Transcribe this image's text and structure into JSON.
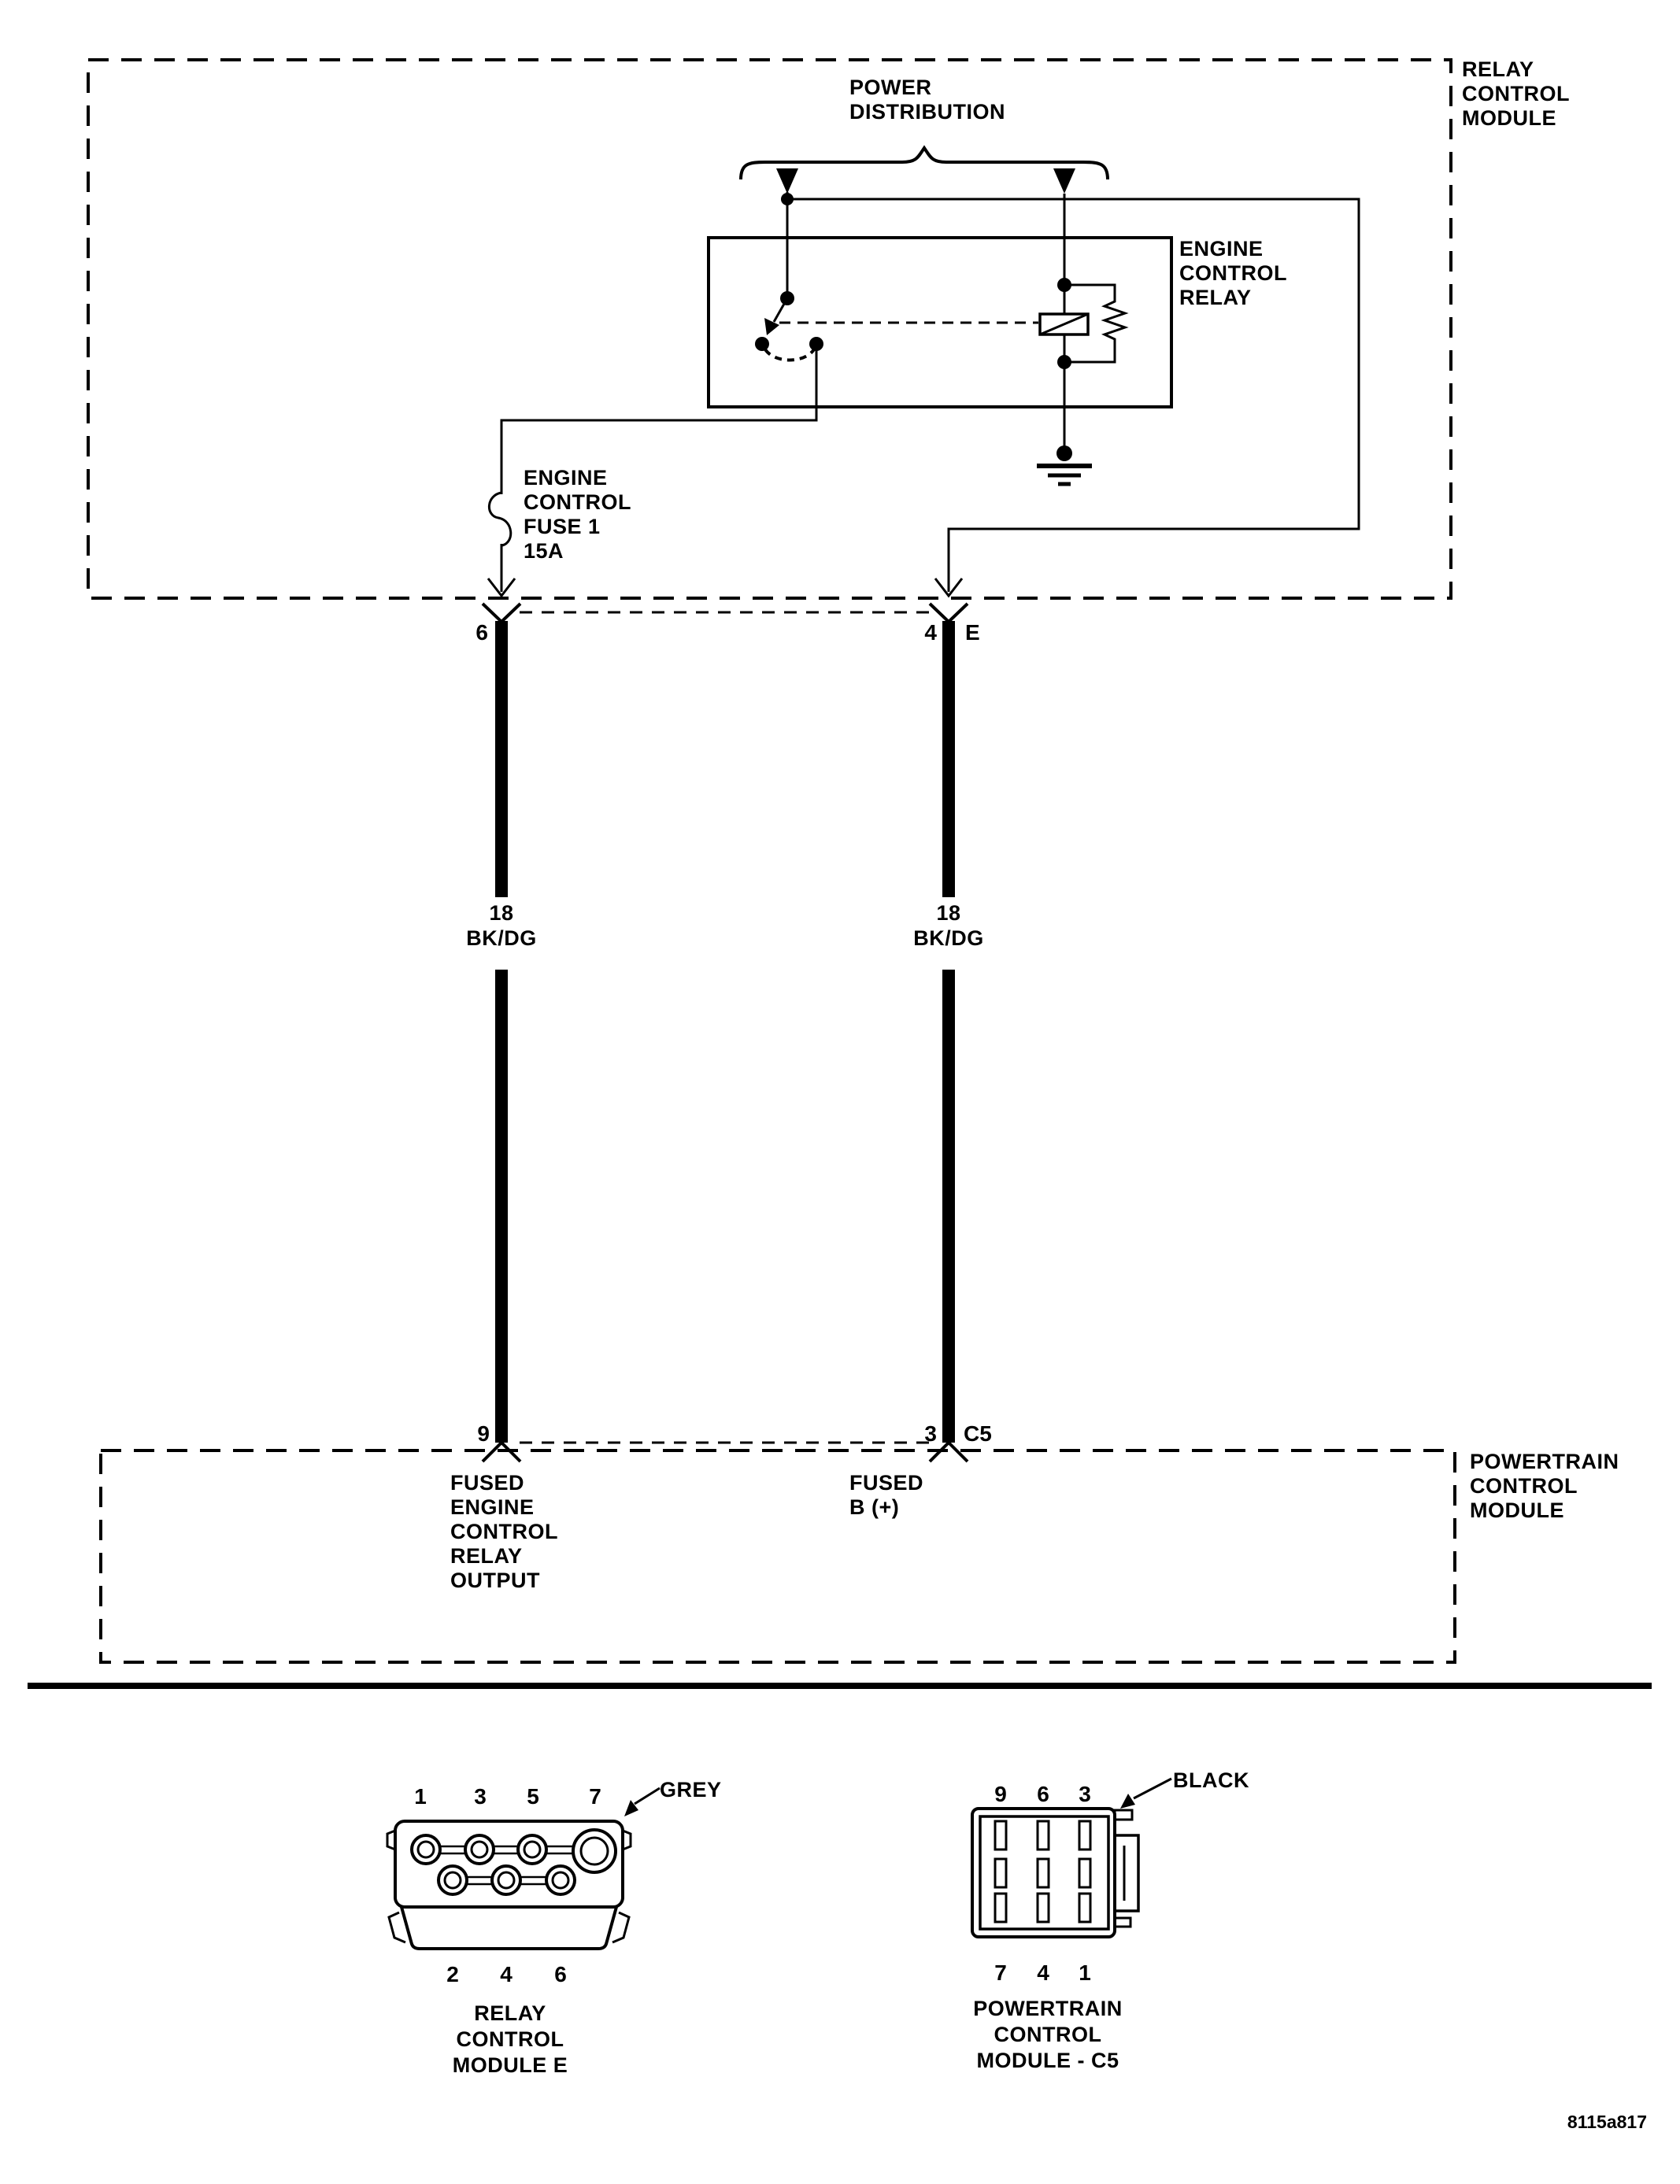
{
  "page": {
    "background": "#ffffff",
    "ink": "#000000"
  },
  "power_distribution": {
    "label_lines": [
      "POWER",
      "DISTRIBUTION"
    ]
  },
  "modules": {
    "relay_control_module": {
      "name_lines": [
        "RELAY",
        "CONTROL",
        "MODULE"
      ]
    },
    "powertrain_control_module": {
      "name_lines": [
        "POWERTRAIN",
        "CONTROL",
        "MODULE"
      ]
    }
  },
  "engine_control_relay": {
    "label_lines": [
      "ENGINE",
      "CONTROL",
      "RELAY"
    ]
  },
  "fuse": {
    "label_lines": [
      "ENGINE",
      "CONTROL",
      "FUSE 1",
      "15A"
    ]
  },
  "wires": {
    "left": {
      "pin_top": "6",
      "gauge": "18",
      "color_code": "BK/DG",
      "pin_bottom": "9",
      "function_lines": [
        "FUSED",
        "ENGINE",
        "CONTROL",
        "RELAY",
        "OUTPUT"
      ]
    },
    "right": {
      "pin_top": "4",
      "connector_top": "E",
      "gauge": "18",
      "color_code": "BK/DG",
      "pin_bottom": "3",
      "connector_bottom": "C5",
      "function_lines": [
        "FUSED",
        "B (+)"
      ]
    }
  },
  "connectors": {
    "grey": {
      "color_label": "GREY",
      "top_pins": [
        "1",
        "3",
        "5",
        "7"
      ],
      "bottom_pins": [
        "2",
        "4",
        "6"
      ],
      "caption_lines": [
        "RELAY",
        "CONTROL",
        "MODULE E"
      ]
    },
    "black": {
      "color_label": "BLACK",
      "top_pins": [
        "9",
        "6",
        "3"
      ],
      "bottom_pins": [
        "7",
        "4",
        "1"
      ],
      "caption_lines": [
        "POWERTRAIN",
        "CONTROL",
        "MODULE - C5"
      ]
    }
  },
  "footer": {
    "figure_code": "8115a817"
  }
}
